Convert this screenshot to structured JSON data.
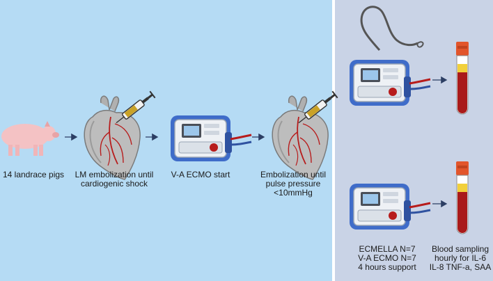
{
  "steps": [
    {
      "label": "14 landrace pigs",
      "icon": "pig-icon"
    },
    {
      "label": "LM embolization until\ncardiogenic shock",
      "icon": "heart-syringe-icon"
    },
    {
      "label": "V-A ECMO start",
      "icon": "ecmo-machine-icon"
    },
    {
      "label": "Embolization until\npulse pressure\n<10mmHg",
      "icon": "heart-syringe-icon"
    }
  ],
  "groups_label": "ECMELLA N=7\nV-A ECMO N=7\n4 hours support",
  "sampling_label": "Blood sampling\nhourly for IL-6\nIL-8 TNF-a, SAA",
  "colors": {
    "left_panel": "#b5dbf4",
    "right_panel": "#c9d3e6",
    "arrow": "#2c3e63",
    "blood": "#b71c1c",
    "tube_cap": "#e2552b",
    "ecmo_frame": "#3f6cc9"
  }
}
